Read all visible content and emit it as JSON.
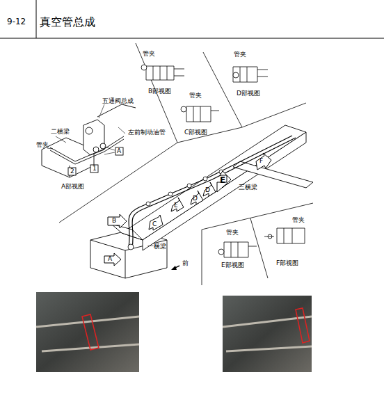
{
  "diagram": {
    "title": "真空管总成",
    "labels": [
      "9-12",
      "管夹",
      "B部视图",
      "管夹",
      "D部视图",
      "管夹",
      "C部视图",
      "五通阀总成",
      "左前制动油管",
      "二横梁",
      "管夹",
      "A",
      "2",
      "1",
      "A部视图",
      "B",
      "C",
      "E",
      "D",
      "D",
      "E",
      "F",
      "三横梁",
      "A",
      "一横梁",
      "前",
      "管夹",
      "E部视图",
      "管夹",
      "F部视图"
    ]
  }
}
